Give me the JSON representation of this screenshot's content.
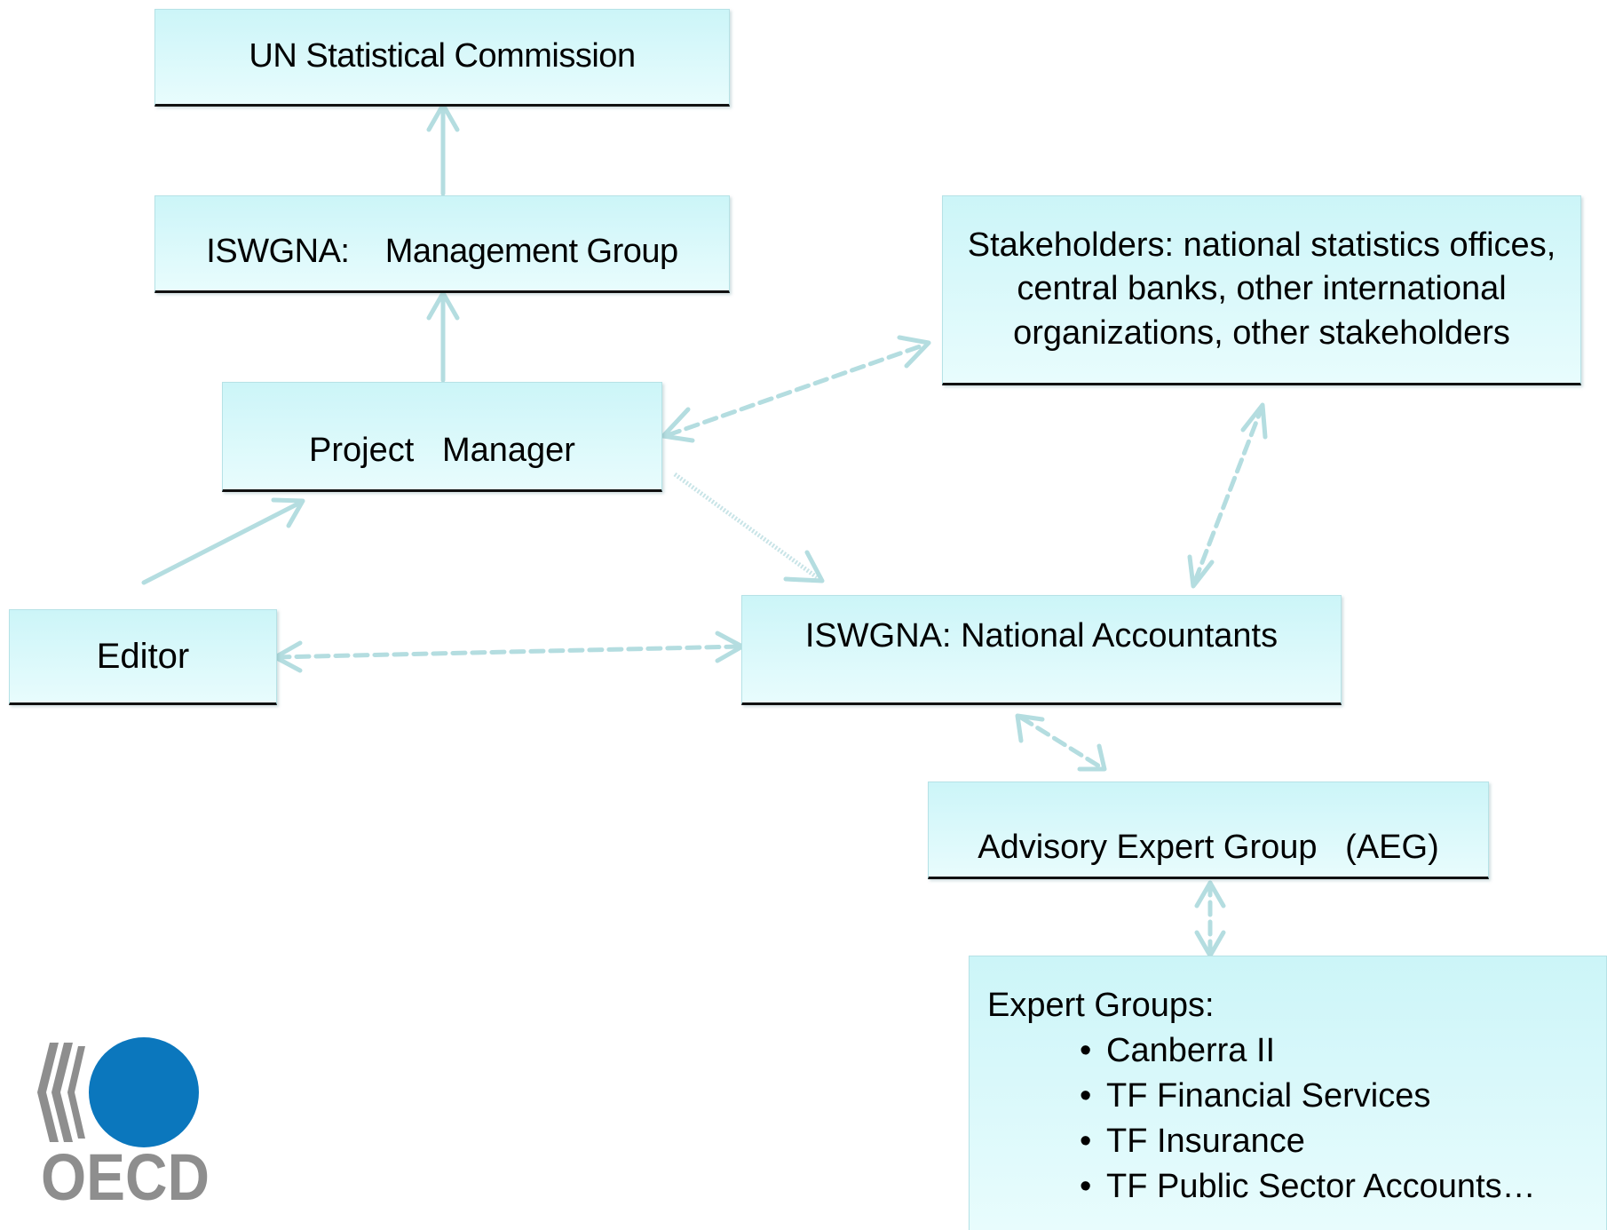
{
  "nodes": {
    "un_commission": {
      "label": "UN Statistical Commission"
    },
    "management_group": {
      "label": "ISWGNA:    Management Group"
    },
    "project_manager": {
      "label": "Project   Manager"
    },
    "stakeholders": {
      "label": "Stakeholders:  national statistics offices, central banks, other international organizations, other stakeholders"
    },
    "editor": {
      "label": "Editor"
    },
    "national_accountants": {
      "label": "ISWGNA:  National Accountants"
    },
    "aeg": {
      "label": "Advisory Expert Group   (AEG)"
    },
    "expert_groups": {
      "title": "Expert Groups:",
      "items": [
        "Canberra II",
        "TF Financial Services",
        "TF Insurance",
        "TF Public Sector Accounts…"
      ]
    }
  },
  "edges": [
    {
      "from": "management_group",
      "to": "un_commission",
      "style": "solid",
      "direction": "forward"
    },
    {
      "from": "project_manager",
      "to": "management_group",
      "style": "solid",
      "direction": "forward"
    },
    {
      "from": "editor",
      "to": "project_manager",
      "style": "solid",
      "direction": "forward"
    },
    {
      "from": "project_manager",
      "to": "stakeholders",
      "style": "dashed",
      "direction": "both"
    },
    {
      "from": "project_manager",
      "to": "national_accountants",
      "style": "dotted",
      "direction": "forward"
    },
    {
      "from": "editor",
      "to": "national_accountants",
      "style": "dashed",
      "direction": "both"
    },
    {
      "from": "national_accountants",
      "to": "stakeholders",
      "style": "dashed",
      "direction": "both"
    },
    {
      "from": "national_accountants",
      "to": "aeg",
      "style": "dashed",
      "direction": "both"
    },
    {
      "from": "aeg",
      "to": "expert_groups",
      "style": "dashed",
      "direction": "both"
    }
  ],
  "logo": {
    "text": "OECD",
    "colors": {
      "circle": "#0b77bd",
      "marks": "#8a8a8a"
    }
  },
  "colors": {
    "box_fill": "#d9fafc",
    "connector": "#b4dde0",
    "box_border_bottom": "#111111"
  }
}
